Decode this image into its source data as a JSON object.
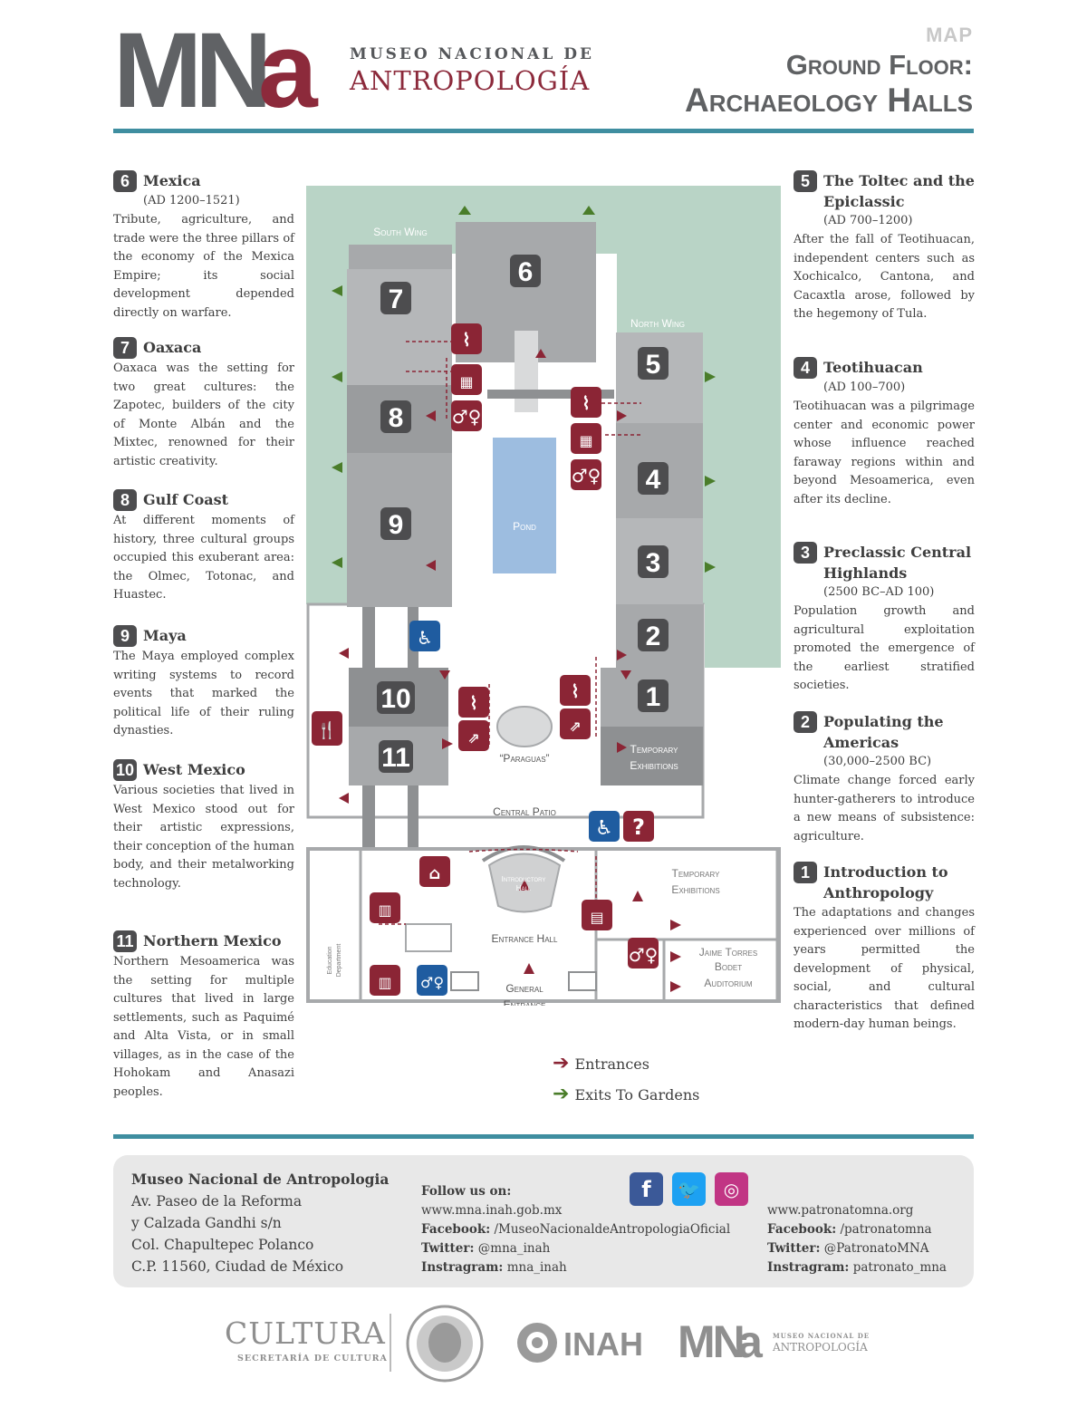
{
  "header": {
    "logo_mark": "MNa",
    "logo_line1": "MUSEO NACIONAL DE",
    "logo_line2": "ANTROPOLOGÍA",
    "map_label": "MAP",
    "title_line1": "Ground Floor:",
    "title_line2": "Archaeology Halls"
  },
  "halls_left": [
    {
      "num": "6",
      "name": "Mexica",
      "dates": "(AD 1200–1521)",
      "desc": "Tribute, agriculture, and trade were the three pillars of the economy of the Mexica Empire; its social development depended directly on warfare."
    },
    {
      "num": "7",
      "name": "Oaxaca",
      "dates": "",
      "desc": "Oaxaca was the setting for two great cultures: the Zapotec, builders of the city of Monte Albán and the Mixtec, renowned for their artistic creativity."
    },
    {
      "num": "8",
      "name": "Gulf Coast",
      "dates": "",
      "desc": "At different moments of history, three cultural groups occupied this exuberant area: the Olmec, Totonac, and Huastec."
    },
    {
      "num": "9",
      "name": "Maya",
      "dates": "",
      "desc": "The Maya employed complex writing systems to record events that marked the political life of their ruling dynasties."
    },
    {
      "num": "10",
      "name": "West Mexico",
      "dates": "",
      "desc": "Various societies that lived in West Mexico stood out for their artistic expressions, their conception of the human body, and their metalworking technology."
    },
    {
      "num": "11",
      "name": "Northern Mexico",
      "dates": "",
      "desc": "Northern Mesoamerica was the setting for multiple cultures that lived in large settlements, such as Paquimé and Alta Vista, or in small villages, as in the case of the Hohokam and Anasazi peoples."
    }
  ],
  "halls_right": [
    {
      "num": "5",
      "name": "The Toltec and the Epiclassic",
      "dates": "(AD 700–1200)",
      "desc": "After the fall of Teotihuacan, independent centers such as Xochicalco, Cantona, and Cacaxtla arose, followed by the hegemony of Tula."
    },
    {
      "num": "4",
      "name": "Teotihuacan",
      "dates": "(AD 100–700)",
      "desc": "Teotihuacan was a pilgrimage center and economic power whose influence reached faraway regions within and beyond Mesoamerica, even after its decline."
    },
    {
      "num": "3",
      "name": "Preclassic Central Highlands",
      "dates": "(2500 BC–AD 100)",
      "desc": "Population growth and agricultural exploitation promoted the emergence of the earliest stratified societies."
    },
    {
      "num": "2",
      "name": "Populating the Americas",
      "dates": "(30,000–2500 BC)",
      "desc": "Climate change forced early hunter-gatherers to introduce a new means of subsistence: agriculture."
    },
    {
      "num": "1",
      "name": "Introduction to Anthropology",
      "dates": "",
      "desc": "The adaptations and changes experienced over millions of years permitted the development of physical, social, and cultural characteristics that defined modern-day human beings."
    }
  ],
  "map": {
    "south_wing": "South Wing",
    "north_wing": "North Wing",
    "pond": "Pond",
    "paraguas": "“Paraguas”",
    "central_patio": "Central Patio",
    "introductory_hall_1": "Introductory",
    "introductory_hall_2": "Hall",
    "entrance_hall": "Entrance Hall",
    "general_entrance_1": "General",
    "general_entrance_2": "Entrance",
    "temp_exhib_1a": "Temporary",
    "temp_exhib_1b": "Exhibitions",
    "temp_exhib_2a": "Temporary",
    "temp_exhib_2b": "Exhibitions",
    "auditorium_1": "Jaime Torres",
    "auditorium_2": "Bodet",
    "auditorium_3": "Auditorium",
    "education_1": "Education",
    "education_2": "Department",
    "hall_numbers": [
      "1",
      "2",
      "3",
      "4",
      "5",
      "6",
      "7",
      "8",
      "9",
      "10",
      "11"
    ],
    "icons": [
      "stairs-icon",
      "elevator-icon",
      "restroom-icon",
      "escalator-icon",
      "accessibility-icon",
      "information-icon",
      "restaurant-icon",
      "coat-check-icon",
      "shop-icon",
      "lockers-icon",
      "family-restroom-icon"
    ],
    "colors": {
      "garden": "#b9d4c6",
      "hall": "#a7a9ab",
      "hall_dark": "#8e9092",
      "pond": "#9dbde0",
      "service": "#8b2535",
      "entrance_arrow": "#8b2535",
      "exit_arrow": "#4a7d2a",
      "wall": "#a7a9ab"
    }
  },
  "legend": {
    "entrances": "Entrances",
    "exits": "Exits To Gardens"
  },
  "footer": {
    "address": [
      "Museo Nacional de Antropologia",
      "Av. Paseo de la Reforma",
      "y Calzada Gandhi s/n",
      "Col. Chapultepec Polanco",
      "C.P. 11560, Ciudad de México"
    ],
    "follow_label": "Follow us on:",
    "mna_links": [
      {
        "label": "",
        "value": "www.mna.inah.gob.mx"
      },
      {
        "label": "Facebook:",
        "value": " /MuseoNacionaldeAntropologiaOficial"
      },
      {
        "label": "Twitter:",
        "value": " @mna_inah"
      },
      {
        "label": "Instragram:",
        "value": " mna_inah"
      }
    ],
    "patronato_links": [
      {
        "label": "",
        "value": "www.patronatomna.org"
      },
      {
        "label": "Facebook:",
        "value": " /patronatomna"
      },
      {
        "label": "Twitter:",
        "value": " @PatronatoMNA"
      },
      {
        "label": "Instragram:",
        "value": " patronato_mna"
      }
    ],
    "social_icons": [
      "facebook-icon",
      "twitter-icon",
      "instagram-icon"
    ]
  },
  "bottom_logos": {
    "cultura": "CULTURA",
    "cultura_sub": "SECRETARÍA DE CULTURA",
    "inah": "INAH",
    "mna_mark": "MNa",
    "mna_line1": "MUSEO NACIONAL DE",
    "mna_line2": "ANTROPOLOGÍA"
  }
}
